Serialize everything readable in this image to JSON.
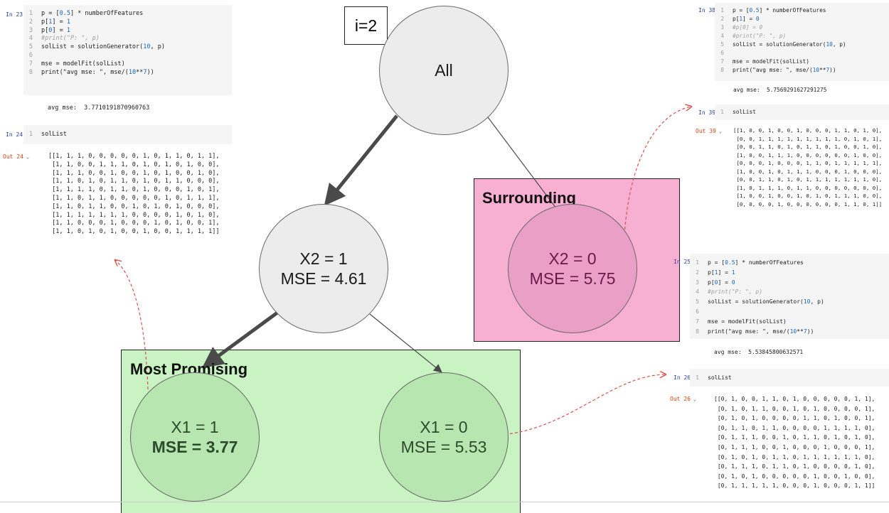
{
  "iteration_label": "i=2",
  "regions": {
    "surrounding": {
      "title": "Surrounding",
      "color": "#f7afd2"
    },
    "most_promising": {
      "title": "Most Promising",
      "color": "#c9f3c3"
    }
  },
  "nodes": {
    "root": {
      "label": "All"
    },
    "x2_1": {
      "line1": "X2 = 1",
      "line2": "MSE = 4.61"
    },
    "x2_0": {
      "line1": "X2 = 0",
      "line2": "MSE = 5.75"
    },
    "x1_1": {
      "line1": "X1 = 1",
      "line2": "MSE = 3.77"
    },
    "x1_0": {
      "line1": "X1 = 0",
      "line2": "MSE = 5.53"
    }
  },
  "notebook": {
    "cell23": {
      "prompt": "In 23",
      "lines": [
        "p = [0.5] * numberOfFeatures",
        "p[1] = 1",
        "p[0] = 1",
        "#print(\"P: \", p)",
        "solList = solutionGenerator(10, p)",
        "",
        "mse = modelFit(solList)",
        "print(\"avg mse: \", mse/(10**7))"
      ],
      "output": "avg mse:  3.7710191870960763"
    },
    "cell24": {
      "prompt": "In 24",
      "code": "solList",
      "out_prompt": "Out 24",
      "output_rows": [
        "[[1, 1, 1, 0, 0, 0, 0, 0, 1, 0, 1, 1, 0, 1, 1],",
        " [1, 1, 0, 0, 1, 1, 1, 0, 1, 0, 1, 0, 1, 0, 0],",
        " [1, 1, 1, 0, 0, 1, 0, 0, 1, 0, 1, 0, 0, 1, 0],",
        " [1, 1, 0, 1, 0, 1, 1, 0, 1, 0, 1, 1, 0, 0, 0],",
        " [1, 1, 1, 1, 0, 1, 1, 0, 1, 0, 0, 0, 1, 0, 1],",
        " [1, 1, 0, 1, 1, 0, 0, 0, 0, 0, 1, 0, 1, 1, 1],",
        " [1, 1, 0, 1, 1, 0, 0, 1, 0, 1, 0, 1, 0, 0, 0],",
        " [1, 1, 1, 1, 1, 1, 1, 0, 0, 0, 0, 1, 0, 1, 0],",
        " [1, 1, 0, 0, 0, 1, 0, 0, 0, 1, 0, 1, 0, 0, 1],",
        " [1, 1, 0, 1, 0, 1, 0, 0, 1, 0, 0, 1, 1, 1, 1]]"
      ]
    },
    "cell38": {
      "prompt": "In 38",
      "lines": [
        "p = [0.5] * numberOfFeatures",
        "p[1] = 0",
        "#p[0] = 0",
        "#print(\"P: \", p)",
        "solList = solutionGenerator(10, p)",
        "",
        "mse = modelFit(solList)",
        "print(\"avg mse: \", mse/(10**7))"
      ],
      "output": "avg mse:  5.7569291627291275"
    },
    "cell39": {
      "prompt": "In 39",
      "code": "solList",
      "out_prompt": "Out 39",
      "output_rows": [
        "[[1, 0, 0, 1, 0, 0, 1, 0, 0, 0, 1, 1, 0, 1, 0],",
        " [0, 0, 1, 1, 1, 1, 1, 1, 1, 1, 1, 0, 1, 0, 1],",
        " [0, 0, 1, 1, 0, 1, 0, 1, 1, 0, 1, 0, 0, 1, 0],",
        " [1, 0, 0, 1, 1, 1, 0, 0, 0, 0, 0, 0, 1, 0, 0],",
        " [0, 0, 0, 1, 0, 0, 0, 1, 1, 0, 1, 1, 1, 1, 1],",
        " [1, 0, 0, 1, 0, 1, 1, 1, 0, 0, 0, 1, 0, 0, 0],",
        " [0, 0, 1, 1, 0, 1, 0, 1, 1, 1, 1, 1, 1, 1, 0],",
        " [1, 0, 1, 1, 1, 0, 1, 1, 0, 0, 0, 0, 0, 0, 0],",
        " [1, 0, 0, 1, 0, 0, 1, 0, 1, 0, 1, 1, 1, 0, 0],",
        " [0, 0, 0, 0, 1, 0, 0, 0, 0, 0, 0, 1, 1, 0, 1]]"
      ]
    },
    "cell25": {
      "prompt": "In 25",
      "lines": [
        "p = [0.5] * numberOfFeatures",
        "p[1] = 1",
        "p[0] = 0",
        "#print(\"P: \", p)",
        "solList = solutionGenerator(10, p)",
        "",
        "mse = modelFit(solList)",
        "print(\"avg mse: \", mse/(10**7))"
      ],
      "output": "avg mse:  5.53845800632571"
    },
    "cell26": {
      "prompt": "In 26",
      "code": "solList",
      "out_prompt": "Out 26",
      "output_rows": [
        "[[0, 1, 0, 0, 1, 1, 0, 1, 0, 0, 0, 0, 0, 1, 1],",
        " [0, 1, 0, 1, 1, 0, 0, 1, 0, 1, 0, 0, 0, 0, 1],",
        " [0, 1, 0, 1, 0, 0, 0, 0, 1, 1, 0, 1, 0, 0, 1],",
        " [0, 1, 1, 0, 1, 1, 0, 0, 0, 0, 1, 1, 1, 1, 0],",
        " [0, 1, 1, 1, 0, 0, 1, 0, 1, 1, 0, 1, 0, 1, 0],",
        " [0, 1, 1, 1, 0, 0, 1, 0, 0, 0, 1, 0, 0, 0, 1],",
        " [0, 1, 0, 1, 0, 1, 1, 0, 1, 1, 1, 1, 1, 1, 0],",
        " [0, 1, 1, 1, 0, 1, 1, 0, 1, 0, 0, 0, 0, 1, 0],",
        " [0, 1, 0, 1, 0, 0, 0, 0, 0, 1, 0, 0, 1, 0, 0],",
        " [0, 1, 1, 1, 1, 1, 0, 0, 0, 1, 0, 0, 0, 1, 1]]"
      ]
    }
  }
}
